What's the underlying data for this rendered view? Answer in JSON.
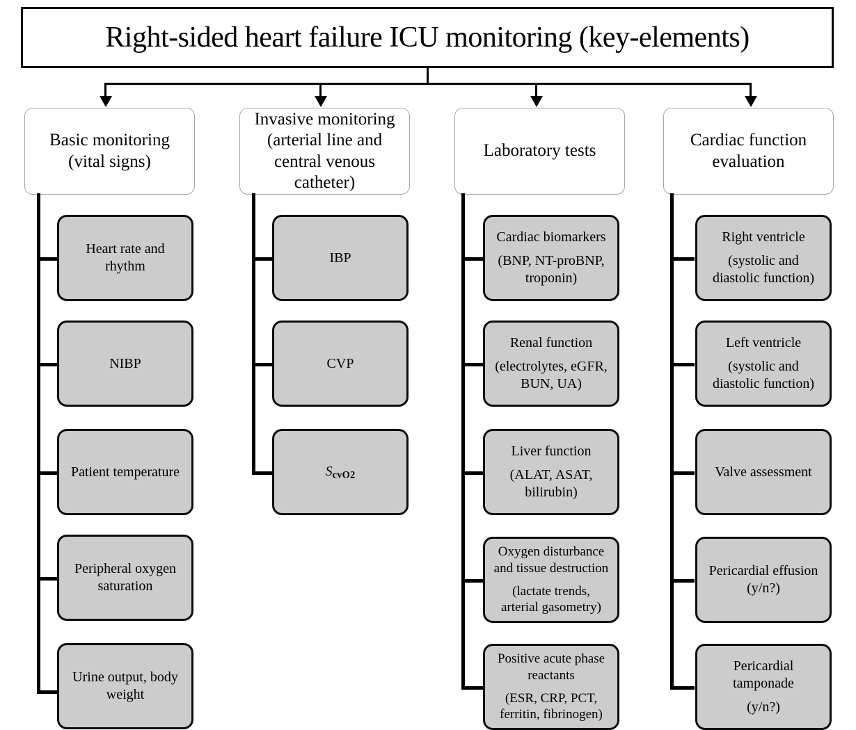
{
  "diagram": {
    "title": "Right-sided heart failure ICU monitoring (key-elements)",
    "type": "hierarchical-flowchart",
    "colors": {
      "page_background": "#ffffff",
      "title_box_fill": "#ffffff",
      "title_box_border": "#000000",
      "category_box_fill": "#ffffff",
      "category_box_border": "#a6a6a6",
      "child_box_fill": "#cccccc",
      "child_box_border": "#0d0d0d",
      "connector": "#000000"
    },
    "columns": [
      {
        "id": "basic-monitoring",
        "header": {
          "lines": [
            "Basic monitoring",
            "(vital signs)"
          ]
        },
        "children": [
          {
            "id": "heart-rate-and-rhythm",
            "groups": [
              [
                "Heart rate and",
                "rhythm"
              ]
            ]
          },
          {
            "id": "nibp",
            "groups": [
              [
                "NIBP"
              ]
            ]
          },
          {
            "id": "patient-temperature",
            "groups": [
              [
                "Patient  temperature"
              ]
            ]
          },
          {
            "id": "peripheral-oxygen-saturation",
            "groups": [
              [
                "Peripheral  oxygen",
                "saturation"
              ]
            ]
          },
          {
            "id": "urine-output-body-weight",
            "groups": [
              [
                "Urine output, body",
                "weight"
              ]
            ]
          }
        ]
      },
      {
        "id": "invasive-monitoring",
        "header": {
          "lines": [
            "Invasive monitoring",
            "(arterial line and",
            "central venous",
            "catheter)"
          ]
        },
        "children": [
          {
            "id": "ibp",
            "groups": [
              [
                "IBP"
              ]
            ]
          },
          {
            "id": "cvp",
            "groups": [
              [
                "CVP"
              ]
            ]
          },
          {
            "id": "scvo2",
            "groups": [
              [
                "ScvO2"
              ]
            ],
            "rich": "scvo2"
          }
        ]
      },
      {
        "id": "laboratory-tests",
        "header": {
          "lines": [
            "Laboratory tests"
          ]
        },
        "children": [
          {
            "id": "cardiac-biomarkers",
            "groups": [
              [
                "Cardiac biomarkers"
              ],
              [
                "(BNP, NT-proBNP,",
                "troponin)"
              ]
            ]
          },
          {
            "id": "renal-function",
            "groups": [
              [
                "Renal function"
              ],
              [
                "(electrolytes, eGFR,",
                "BUN, UA)"
              ]
            ]
          },
          {
            "id": "liver-function",
            "groups": [
              [
                "Liver function"
              ],
              [
                "(ALAT, ASAT,",
                "bilirubin)"
              ]
            ]
          },
          {
            "id": "oxygen-disturbance",
            "groups": [
              [
                "Oxygen disturbance",
                "and tissue destruction"
              ],
              [
                "(lactate trends,",
                "arterial  gasometry)"
              ]
            ]
          },
          {
            "id": "positive-acute-phase-reactants",
            "groups": [
              [
                "Positive  acute phase",
                "reactants"
              ],
              [
                "(ESR, CRP, PCT,",
                "ferritin,  fibrinogen)"
              ]
            ]
          }
        ]
      },
      {
        "id": "cardiac-function-evaluation",
        "header": {
          "lines": [
            "Cardiac function",
            "evaluation"
          ]
        },
        "children": [
          {
            "id": "right-ventricle",
            "groups": [
              [
                "Right ventricle"
              ],
              [
                "(systolic and",
                "diastolic function)"
              ]
            ]
          },
          {
            "id": "left-ventricle",
            "groups": [
              [
                "Left ventricle"
              ],
              [
                "(systolic and",
                "diastolic function)"
              ]
            ]
          },
          {
            "id": "valve-assessment",
            "groups": [
              [
                "Valve  assessment"
              ]
            ]
          },
          {
            "id": "pericardial-effusion",
            "groups": [
              [
                "Pericardial  effusion",
                "(y/n?)"
              ]
            ]
          },
          {
            "id": "pericardial-tamponade",
            "groups": [
              [
                "Pericardial",
                "tamponade"
              ],
              [
                "(y/n?)"
              ]
            ]
          }
        ]
      }
    ]
  }
}
